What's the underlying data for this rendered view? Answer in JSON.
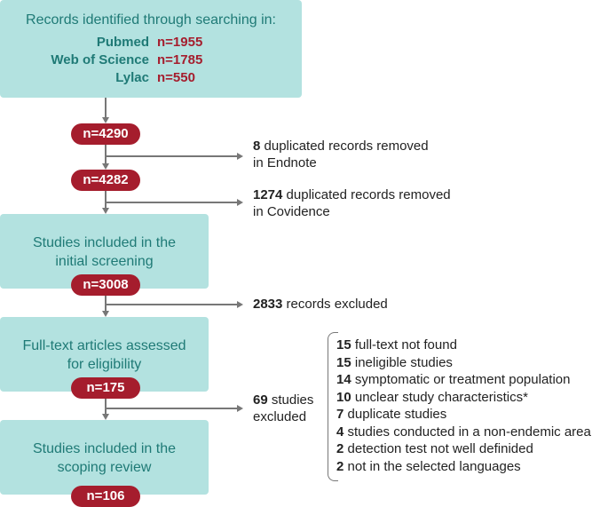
{
  "records_box": {
    "title": "Records identified through searching in:",
    "sources": [
      {
        "name": "Pubmed",
        "count": "n=1955"
      },
      {
        "name": "Web of Science",
        "count": "n=1785"
      },
      {
        "name": "Lylac",
        "count": "n=550"
      }
    ]
  },
  "counts": {
    "c1": "n=4290",
    "c2": "n=4282",
    "c3": "n=3008",
    "c4": "n=175",
    "c5": "n=106"
  },
  "removals": {
    "endnote": {
      "number": "8",
      "line1": " duplicated records removed",
      "line2": "in Endnote"
    },
    "covidence": {
      "number": "1274",
      "line1": " duplicated records removed",
      "line2": "in Covidence"
    },
    "excluded": {
      "number": "2833",
      "text": " records excluded"
    }
  },
  "boxes": {
    "screening": {
      "line1": "Studies included in the",
      "line2": "initial screening"
    },
    "fulltext": {
      "line1": "Full-text articles assessed",
      "line2": "for eligibility"
    },
    "review": {
      "line1": "Studies included in the",
      "line2": "scoping review"
    }
  },
  "studies_excluded": {
    "number": "69",
    "line1": " studies",
    "line2": "excluded"
  },
  "reasons": [
    {
      "number": "15",
      "text": " full-text not found"
    },
    {
      "number": "15",
      "text": " ineligible studies"
    },
    {
      "number": "14",
      "text": " symptomatic or treatment population"
    },
    {
      "number": "10",
      "text": " unclear study characteristics*"
    },
    {
      "number": "7",
      "text": " duplicate studies"
    },
    {
      "number": "4",
      "text": " studies conducted in a non-endemic area"
    },
    {
      "number": "2",
      "text": " detection test not well definided"
    },
    {
      "number": "2",
      "text": " not in the selected languages"
    }
  ]
}
